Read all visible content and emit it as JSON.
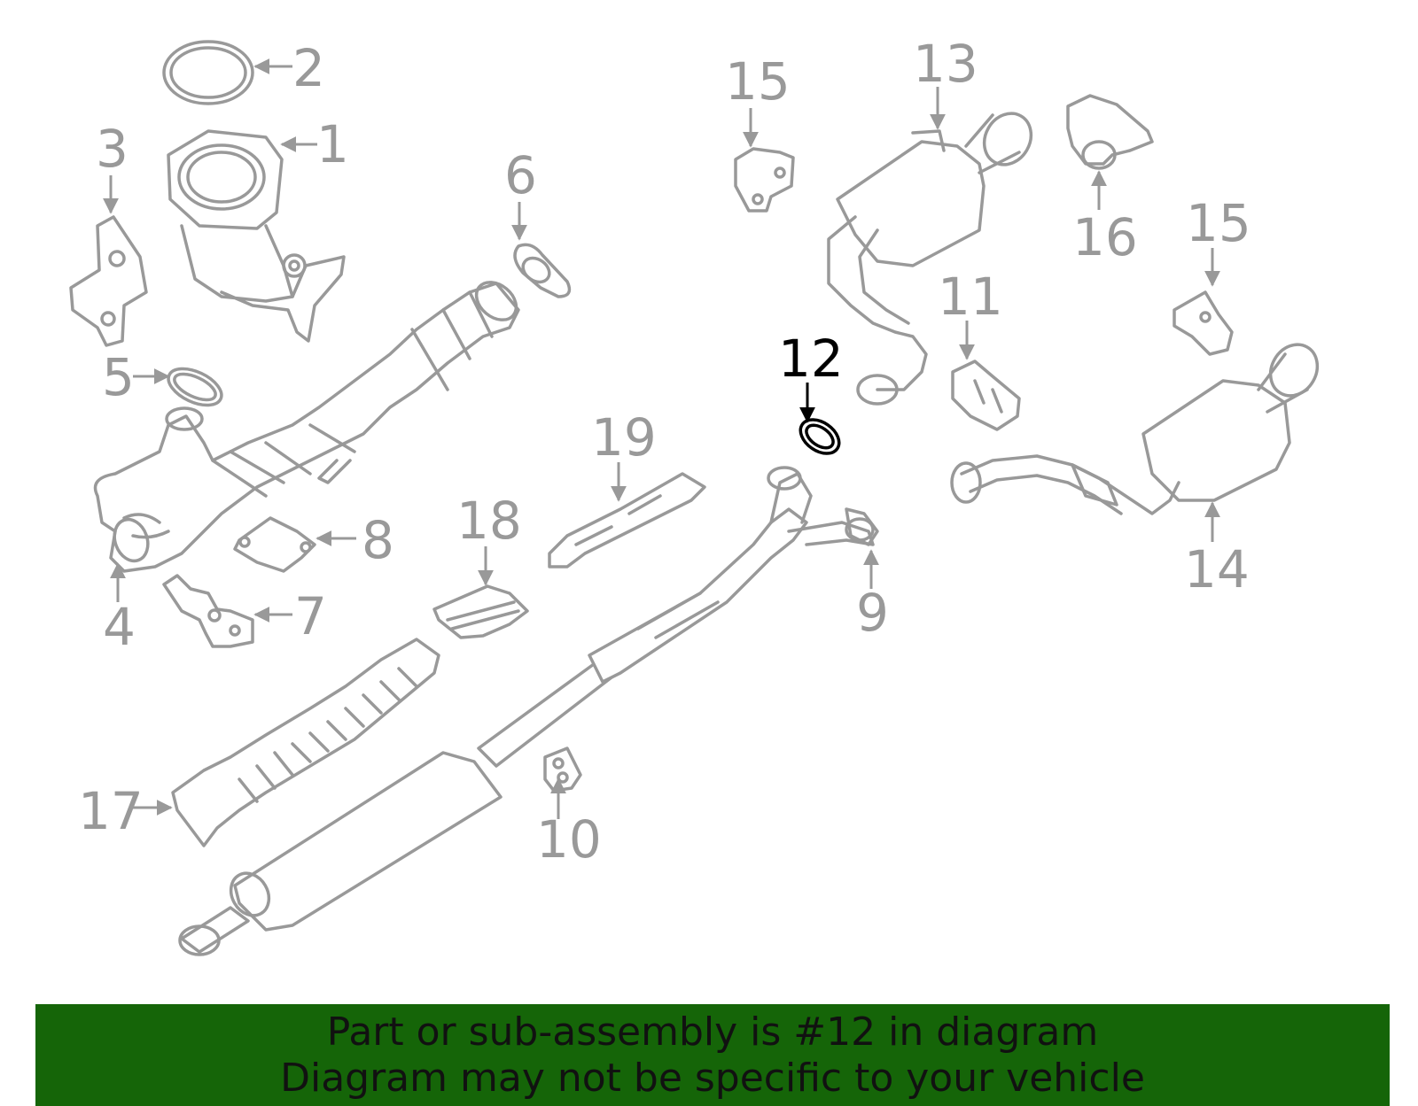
{
  "highlighted_part": "12",
  "callouts": {
    "c1": "1",
    "c2": "2",
    "c3": "3",
    "c4": "4",
    "c5": "5",
    "c6": "6",
    "c7": "7",
    "c8": "8",
    "c9": "9",
    "c10": "10",
    "c11": "11",
    "c12": "12",
    "c13": "13",
    "c14": "14",
    "c15a": "15",
    "c15b": "15",
    "c16": "16",
    "c17": "17",
    "c18": "18",
    "c19": "19"
  },
  "banner": {
    "line1": "Part or sub-assembly is #12 in diagram",
    "line2": "Diagram may not be specific to your vehicle",
    "background": "#156508"
  },
  "colors": {
    "part_stroke": "#999999",
    "highlight": "#000000"
  }
}
